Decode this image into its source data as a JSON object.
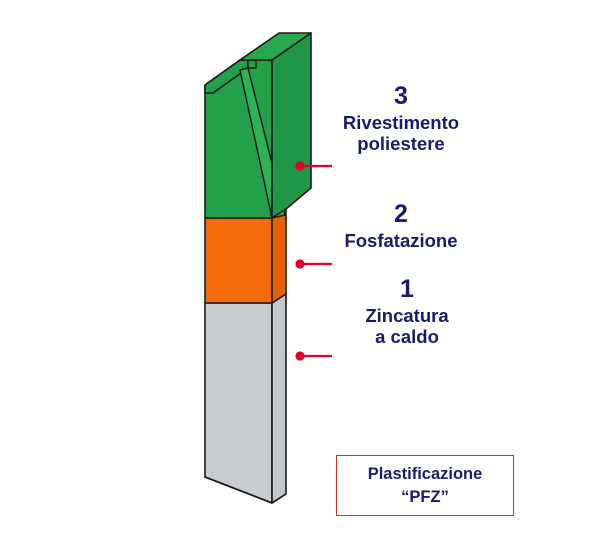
{
  "diagram": {
    "title_hidden": "",
    "layers": [
      {
        "number": "3",
        "name_line1": "Rivestimento",
        "name_line2": "poliestere",
        "color": "#22a14a",
        "dot_color": "#e4002b"
      },
      {
        "number": "2",
        "name_line1": "Fosfatazione",
        "name_line2": "",
        "color": "#f26a0a",
        "dot_color": "#e4002b"
      },
      {
        "number": "1",
        "name_line1": "Zincatura",
        "name_line2": "a caldo",
        "color": "#c9ccd1",
        "dot_color": "#e4002b"
      }
    ],
    "legend": {
      "line1": "Plastificazione",
      "line2": "“PFZ”",
      "border_color": "#c0392b",
      "text_color": "#1a1a6e"
    },
    "leader_line_color": "#e4002b",
    "outline_color": "#1a1a1a",
    "background": "#ffffff"
  }
}
